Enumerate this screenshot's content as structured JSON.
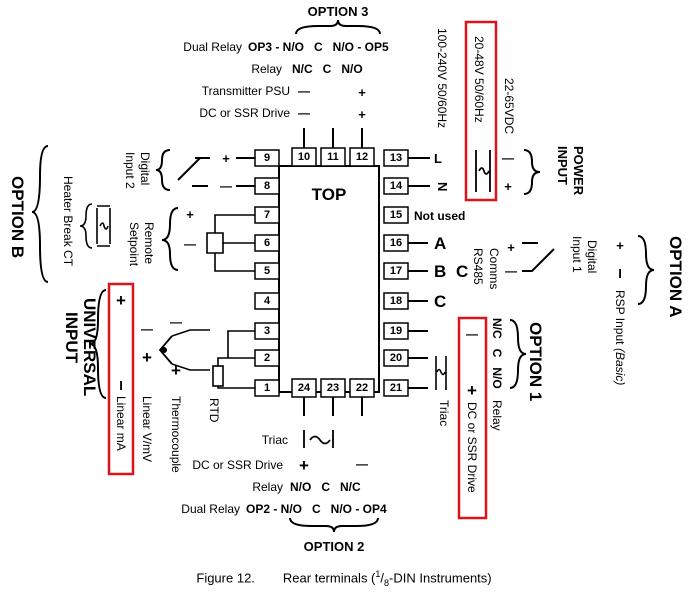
{
  "colors": {
    "highlight": "#d9141c",
    "ink": "#000000"
  },
  "board": {
    "label": "TOP"
  },
  "terminals": [
    "1",
    "2",
    "3",
    "4",
    "5",
    "6",
    "7",
    "8",
    "9",
    "10",
    "11",
    "12",
    "13",
    "14",
    "15",
    "16",
    "17",
    "18",
    "19",
    "20",
    "21",
    "22",
    "23",
    "24"
  ],
  "option3": {
    "title": "OPTION 3",
    "dual_relay_label": "Dual Relay",
    "dual_relay_value": "OP3 - N/O   C   N/O - OP5",
    "relay_label": "Relay",
    "relay_value": "N/C   C   N/O",
    "transmitter_label": "Transmitter PSU",
    "transmitter_minus": "—",
    "transmitter_plus": "+",
    "dc_ssr_label": "DC or SSR Drive",
    "dc_ssr_minus": "—",
    "dc_ssr_plus": "+"
  },
  "power": {
    "title_1": "POWER",
    "title_2": "INPUT",
    "ac_line": "100-240V 50/60Hz",
    "low_volt_ac": "20-48V 50/60Hz",
    "dc_line": "22-65VDC",
    "L": "L",
    "N": "N",
    "dc_minus": "—",
    "dc_plus": "+"
  },
  "digital_input_2": {
    "line_1": "Digital",
    "line_2": "Input 2",
    "plus": "+",
    "minus": "—"
  },
  "option_b": {
    "title": "OPTION B",
    "label": "Heater Break CT"
  },
  "remote_setpoint": {
    "line_1": "Remote",
    "line_2": "Setpoint",
    "plus": "+",
    "minus": "—"
  },
  "right_mid": {
    "not_used": "Not used",
    "A": "A",
    "B": "B",
    "C": "C",
    "C2": "C",
    "rs485_1": "RS485",
    "rs485_2": "Comms"
  },
  "option_a": {
    "title": "OPTION A",
    "digital_1": "Digital",
    "digital_2": "Input 1",
    "plus": "+",
    "minus": "—",
    "rsp_plus": "+",
    "rsp_minus": "I",
    "rsp_label": "RSP Input",
    "rsp_note": "(Basic)"
  },
  "universal": {
    "title_1": "UNIVERSAL",
    "title_2": "INPUT",
    "linear_ma_plus": "+",
    "linear_ma_minus": "I",
    "linear_ma": "Linear mA",
    "linear_v_plus": "+",
    "linear_v_minus": "—",
    "linear_v": "Linear V/mV",
    "tc_minus": "—",
    "tc_plus": "+",
    "thermocouple": "Thermocouple",
    "rtd": "RTD"
  },
  "option1": {
    "title": "OPTION 1",
    "relay_cols": "N/C   C   N/O",
    "relay_label": "Relay",
    "dc_minus": "—",
    "dc_plus": "+",
    "dc_label": "DC or SSR Drive",
    "triac": "Triac"
  },
  "option2": {
    "title": "OPTION 2",
    "triac_label": "Triac",
    "dc_ssr_label": "DC or SSR Drive",
    "dc_plus": "+",
    "dc_minus": "—",
    "relay_label": "Relay",
    "relay_value": "N/O   C   N/C",
    "dual_relay_label": "Dual Relay",
    "dual_relay_value": "OP2 - N/O   C   N/O - OP4"
  },
  "caption": {
    "figure": "Figure 12.",
    "text_before": "Rear terminals (",
    "frac_num": "1",
    "frac_den": "8",
    "text_after": "-DIN Instruments)"
  }
}
